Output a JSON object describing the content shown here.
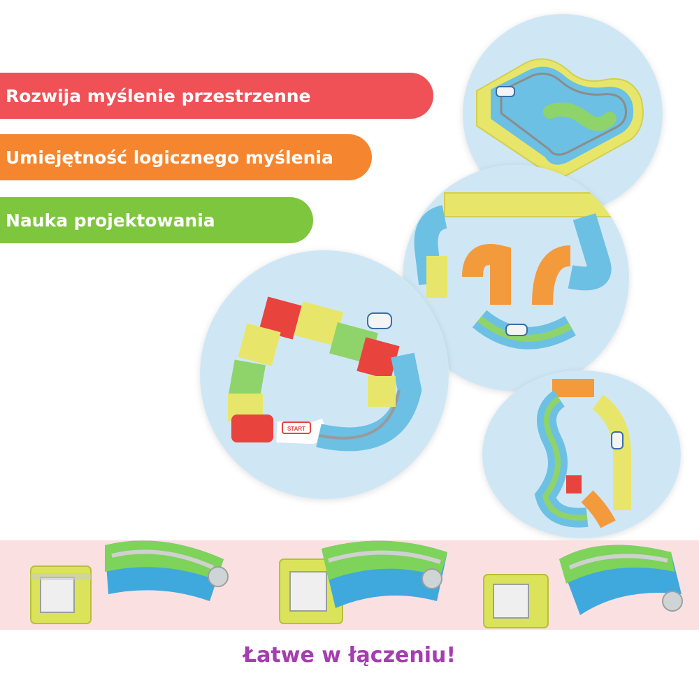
{
  "features": [
    {
      "label": "Rozwija myślenie przestrzenne",
      "color": "#ef5157"
    },
    {
      "label": "Umiejętność logicznego myślenia",
      "color": "#f5862f"
    },
    {
      "label": "Nauka projektowania",
      "color": "#7ec63e"
    }
  ],
  "images": {
    "track1": {
      "description_icon": "toy-track-icon"
    },
    "track2": {
      "description_icon": "toy-track-icon"
    },
    "track3": {
      "description_icon": "toy-track-icon",
      "start_sign": "START"
    },
    "track4": {
      "description_icon": "toy-track-icon"
    }
  },
  "footer": {
    "tagline": "Łatwe w łączeniu!",
    "tagline_color": "#a63db0"
  },
  "colors": {
    "yellow": "#e8e66a",
    "blue": "#6cc0e3",
    "green": "#8ed46b",
    "red": "#e9433e",
    "orange": "#f39a3d",
    "sky": "#cfe7f5"
  }
}
